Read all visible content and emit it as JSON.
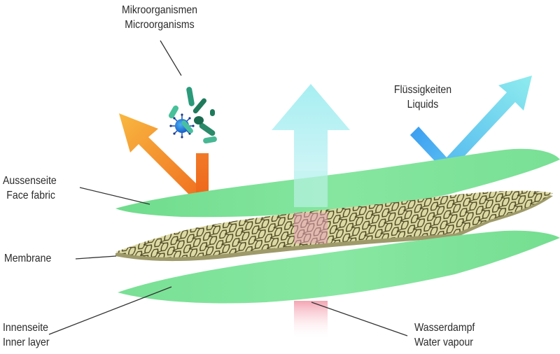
{
  "title": "Membrane fabric layer diagram",
  "labels": {
    "microorganisms": {
      "de": "Mikroorganismen",
      "en": "Microorganisms"
    },
    "liquids": {
      "de": "Flüssigkeiten",
      "en": "Liquids"
    },
    "face_fabric": {
      "de": "Aussenseite",
      "en": "Face fabric"
    },
    "membrane": {
      "de": "Membrane",
      "en": ""
    },
    "inner_layer": {
      "de": "Innenseite",
      "en": "Inner layer"
    },
    "water_vapour": {
      "de": "Wasserdampf",
      "en": "Water vapour"
    }
  },
  "layers": [
    {
      "id": "face-fabric",
      "name": "Face fabric",
      "color": "#7de39a"
    },
    {
      "id": "membrane",
      "name": "Membrane",
      "color": "#ddd9a4",
      "pattern_color": "#4a4520"
    },
    {
      "id": "inner-layer",
      "name": "Inner layer",
      "color": "#80e49c"
    }
  ],
  "arrows": {
    "microorganisms": {
      "meaning": "blocked / deflected",
      "colors": [
        "#f07020",
        "#f8b840"
      ]
    },
    "liquids": {
      "meaning": "blocked / deflected",
      "colors": [
        "#3aa0f0",
        "#8ee8ee"
      ]
    },
    "water_vapour": {
      "meaning": "passes through",
      "colors": [
        "#e8284a",
        "#b8f0f0"
      ]
    }
  }
}
